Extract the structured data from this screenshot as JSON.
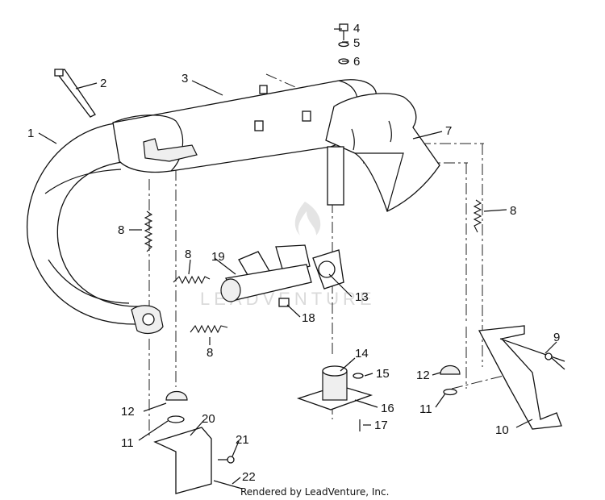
{
  "callouts": [
    {
      "id": "1",
      "text": "1"
    },
    {
      "id": "2",
      "text": "2"
    },
    {
      "id": "3",
      "text": "3"
    },
    {
      "id": "4",
      "text": "4"
    },
    {
      "id": "5",
      "text": "5"
    },
    {
      "id": "6",
      "text": "6"
    },
    {
      "id": "7",
      "text": "7"
    },
    {
      "id": "8a",
      "text": "8"
    },
    {
      "id": "8b",
      "text": "8"
    },
    {
      "id": "8c",
      "text": "8"
    },
    {
      "id": "8d",
      "text": "8"
    },
    {
      "id": "9",
      "text": "9"
    },
    {
      "id": "10",
      "text": "10"
    },
    {
      "id": "11a",
      "text": "11"
    },
    {
      "id": "11b",
      "text": "11"
    },
    {
      "id": "12a",
      "text": "12"
    },
    {
      "id": "12b",
      "text": "12"
    },
    {
      "id": "13",
      "text": "13"
    },
    {
      "id": "14",
      "text": "14"
    },
    {
      "id": "15",
      "text": "15"
    },
    {
      "id": "16",
      "text": "16"
    },
    {
      "id": "17",
      "text": "17"
    },
    {
      "id": "18",
      "text": "18"
    },
    {
      "id": "19",
      "text": "19"
    },
    {
      "id": "20",
      "text": "20"
    },
    {
      "id": "21",
      "text": "21"
    },
    {
      "id": "22",
      "text": "22"
    }
  ],
  "watermark": "LEADVENTURE",
  "credit": "Rendered by LeadVenture, Inc."
}
